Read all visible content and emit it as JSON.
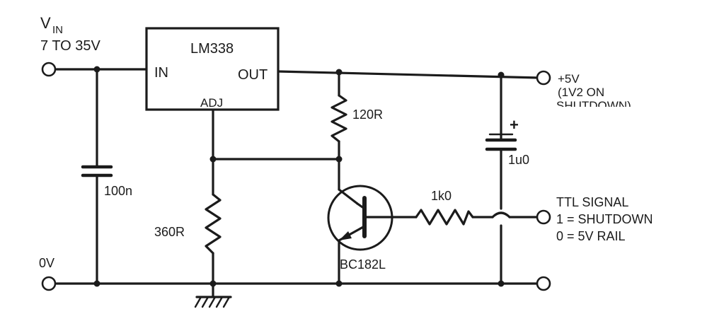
{
  "input": {
    "label_main": "V",
    "label_sub": "IN",
    "range": "7 TO 35V",
    "ground_label": "0V"
  },
  "regulator": {
    "name": "LM338",
    "pin_in": "IN",
    "pin_out": "OUT",
    "pin_adj": "ADJ"
  },
  "components": {
    "c_input": "100n",
    "r_top": "120R",
    "r_bottom": "360R",
    "transistor": "BC182L",
    "r_base": "1k0",
    "c_output": "1u0",
    "c_output_polarity": "+"
  },
  "output": {
    "line1": "+5V",
    "line2": "(1V2 ON",
    "line3": "SHUTDOWN)"
  },
  "control": {
    "line1": "TTL SIGNAL",
    "line2": "1 = SHUTDOWN",
    "line3": "0 = 5V RAIL"
  }
}
